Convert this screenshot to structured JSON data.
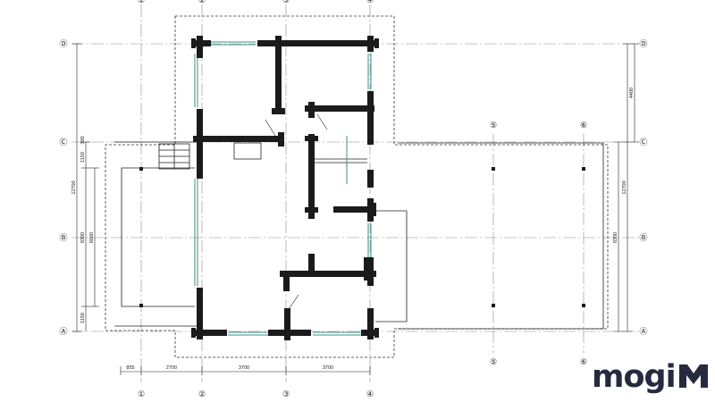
{
  "axes": {
    "numbers_bottom": [
      "①",
      "②",
      "③",
      "④"
    ],
    "numbers_mid_top": [
      "⑤",
      "⑥"
    ],
    "numbers_mid_bottom": [
      "⑤",
      "⑥"
    ],
    "numbers_top": [
      "①",
      "②",
      "③",
      "④"
    ],
    "letters_left": [
      "Ⓐ",
      "Ⓑ",
      "Ⓒ",
      "Ⓓ"
    ],
    "letters_right": [
      "Ⓐ",
      "Ⓑ",
      "Ⓒ",
      "Ⓓ"
    ]
  },
  "dimensions": {
    "bottom": [
      "855",
      "2700",
      "3700",
      "3700"
    ],
    "left_total": "12700",
    "left_parts": [
      "1150",
      "8300",
      "1150"
    ],
    "left_inner": "6000",
    "left_small": "300",
    "right_total": "12700",
    "right_part": "8300",
    "right_top": "4400"
  },
  "brand": {
    "logo_text": "mogi",
    "logo_icon": "m-mark-icon",
    "color": "#262a3f"
  }
}
